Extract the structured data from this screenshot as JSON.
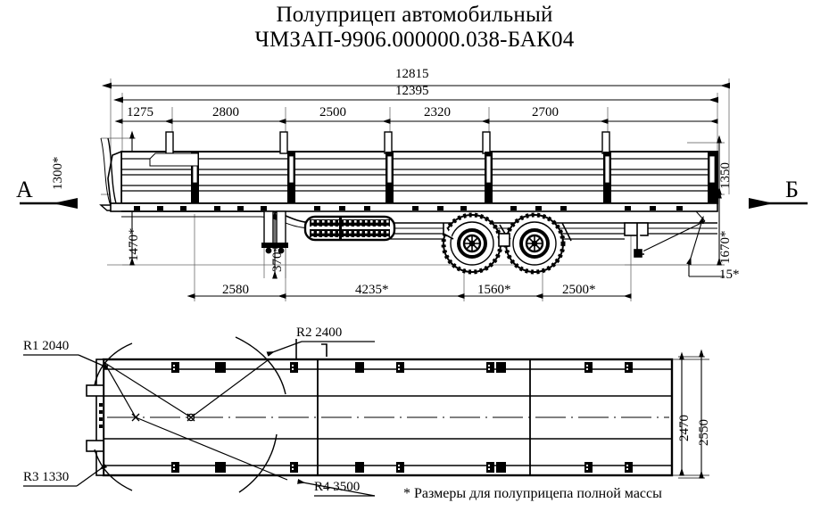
{
  "title": {
    "line1": "Полуприцеп автомобильный",
    "line2": "ЧМЗАП-9906.000000.038-БАК04"
  },
  "side_view": {
    "top_dimensions": {
      "overall_outer": "12815",
      "overall_inner": "12395",
      "chain": [
        "1275",
        "2800",
        "2500",
        "2320",
        "2700"
      ]
    },
    "bottom_dimensions": {
      "chain": [
        "2580",
        "4235*",
        "1560*",
        "2500*"
      ]
    },
    "left_dimensions": {
      "deck_drop": "1300*",
      "coupling_height": "1470*"
    },
    "right_dimensions": {
      "side_height": "1350",
      "rear_height": "1670*",
      "angle": "15*"
    },
    "center_dimensions": {
      "ground_clearance": "370*"
    },
    "section_marks": {
      "left_label": "А",
      "right_label": "Б"
    }
  },
  "plan_view": {
    "radii": {
      "r1": "R1 2040",
      "r2": "R2 2400",
      "r3": "R3 1330",
      "r4": "R4 3500"
    },
    "width_dimensions": {
      "inner": "2470",
      "outer": "2550"
    }
  },
  "footnote": "* Размеры для полуприцепа полной массы",
  "colors": {
    "line": "#000000",
    "thin_line": "#555555",
    "background": "#ffffff"
  }
}
